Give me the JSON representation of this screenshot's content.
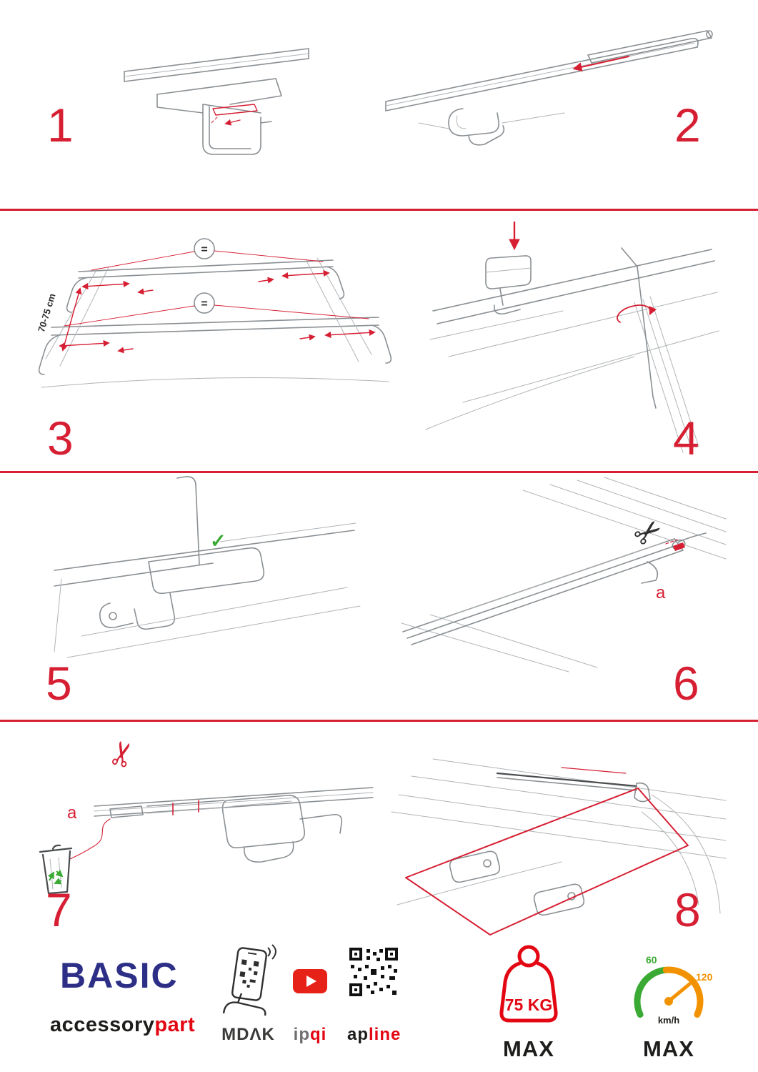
{
  "colors": {
    "accent_red": "#d61f33",
    "footer_red": "#e30613",
    "brand_blue": "#2d2f87",
    "sketch_gray": "#8a8f93",
    "green": "#3aaa35",
    "orange": "#f39200",
    "youtube_red": "#e62117",
    "dark": "#1d1d1b"
  },
  "steps": [
    {
      "num": "1"
    },
    {
      "num": "2"
    },
    {
      "num": "3"
    },
    {
      "num": "4"
    },
    {
      "num": "5"
    },
    {
      "num": "6"
    },
    {
      "num": "7"
    },
    {
      "num": "8"
    }
  ],
  "annotations": {
    "dimension": "70-75 cm",
    "equals": "=",
    "letter_a": "a",
    "check": "✓",
    "scissors": "✂"
  },
  "footer": {
    "brand": "BASIC",
    "brand_sub_dark": "accessory",
    "brand_sub_red": "part",
    "partner1": "MDΛK",
    "partner2_gray": "ip",
    "partner2_red": "qi",
    "partner3_dark": "ap",
    "partner3_red": "line",
    "weight_value": "75 KG",
    "weight_max": "MAX",
    "speed_low": "60",
    "speed_high": "120",
    "speed_unit": "km/h",
    "speed_max": "MAX"
  }
}
